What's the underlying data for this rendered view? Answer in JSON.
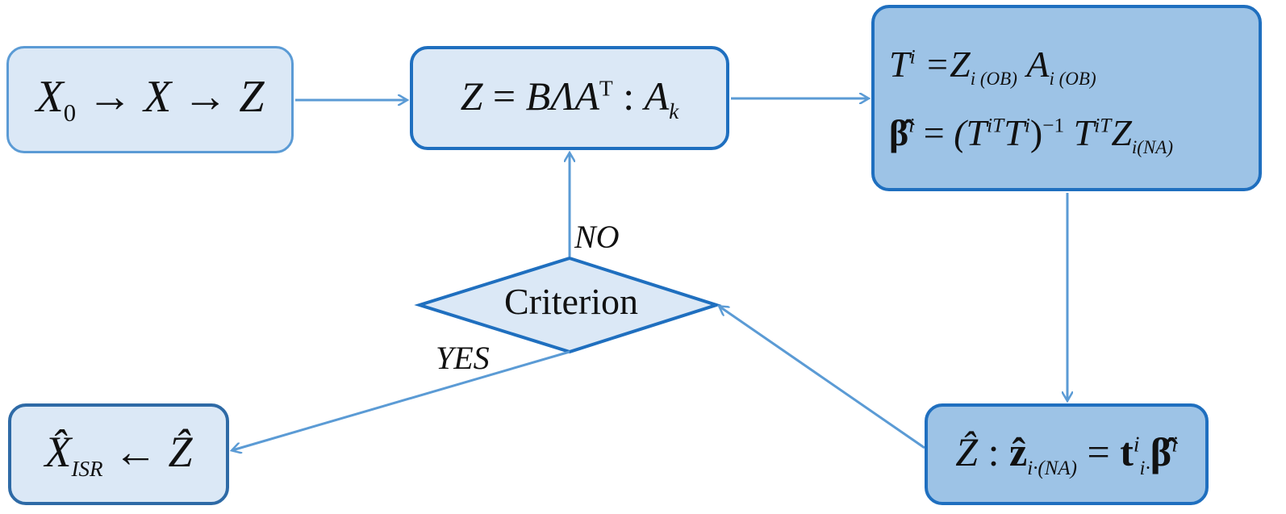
{
  "nodes": {
    "start": {
      "parts": [
        "X",
        "0",
        "→",
        "X",
        "→",
        "Z"
      ]
    },
    "decompose": {
      "parts": [
        "Z",
        "=",
        "BΛA",
        "T",
        ":",
        "A",
        "k"
      ]
    },
    "regression": {
      "line1": [
        "T",
        "i",
        "=Z",
        "i (OB)",
        "A",
        "i (OB)"
      ],
      "line2": [
        "β̂",
        "i",
        "=",
        "(T",
        "iT",
        "T",
        "i",
        ")",
        "−1",
        "T",
        "iT",
        "Z",
        "i(NA)"
      ]
    },
    "impute": {
      "parts": [
        "Ẑ",
        ":",
        "ẑ",
        "i·(NA)",
        "=",
        "t",
        "i",
        "i·",
        "β̂",
        "i"
      ]
    },
    "result": {
      "parts": [
        "X̂",
        "ISR",
        "←",
        "Ẑ"
      ]
    },
    "decision": {
      "label": "Criterion"
    }
  },
  "edges": {
    "no_label": "NO",
    "yes_label": "YES"
  },
  "colors": {
    "light_fill": "#dbe8f6",
    "dark_fill": "#9dc3e6",
    "border_light": "#5b9bd5",
    "border_dark": "#1f6fbf",
    "arrow": "#5b9bd5"
  }
}
